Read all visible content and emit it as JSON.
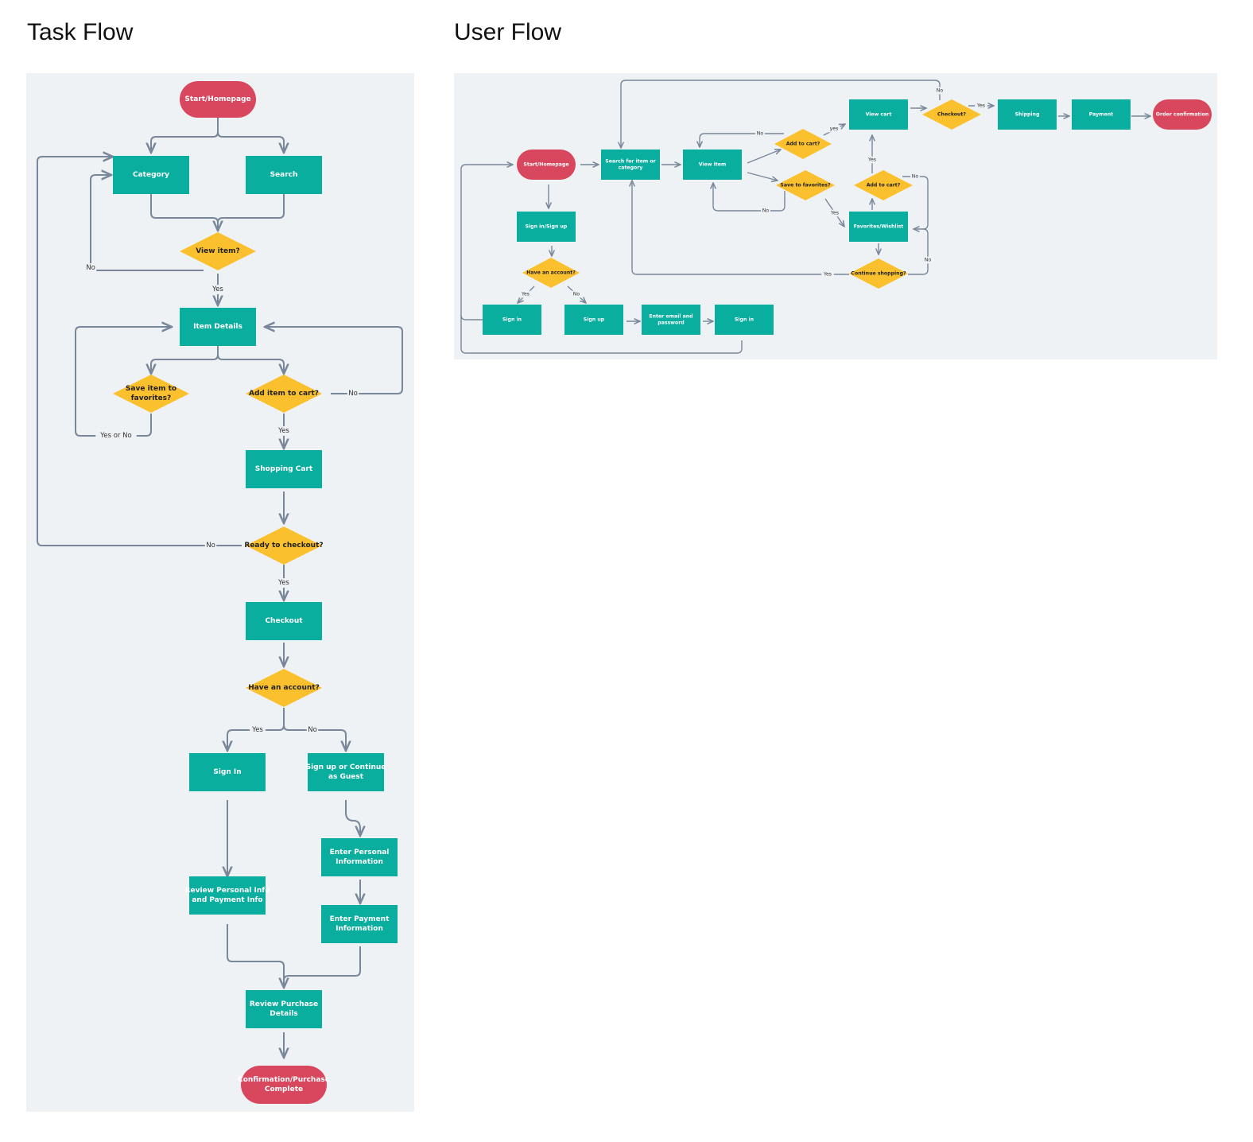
{
  "titles": {
    "task_flow": "Task Flow",
    "user_flow": "User Flow"
  },
  "colors": {
    "panel": "#eff2f5",
    "process": "#0aae9f",
    "terminal": "#d8475d",
    "decision": "#fbc02d",
    "connector": "#78879a"
  },
  "task_flow": {
    "nodes": {
      "start": [
        "Start/Homepage"
      ],
      "category": [
        "Category"
      ],
      "search": [
        "Search"
      ],
      "view_item": [
        "View item?"
      ],
      "item_details": [
        "Item Details"
      ],
      "save_fav": [
        "Save item to",
        "favorites?"
      ],
      "add_cart": [
        "Add item to cart?"
      ],
      "shopping_cart": [
        "Shopping Cart"
      ],
      "ready_checkout": [
        "Ready to checkout?"
      ],
      "checkout": [
        "Checkout"
      ],
      "have_account": [
        "Have an account?"
      ],
      "sign_in": [
        "Sign In"
      ],
      "signup_guest": [
        "Sign up or Continue",
        "as Guest"
      ],
      "personal_info": [
        "Enter Personal",
        "Information"
      ],
      "payment_info": [
        "Enter Payment",
        "Information"
      ],
      "review_info": [
        "Review Personal Info",
        "and Payment Info"
      ],
      "review_purchase": [
        "Review Purchase",
        "Details"
      ],
      "confirmation": [
        "Confirmation/Purchase",
        "Complete"
      ]
    },
    "edge_labels": {
      "view_no": "No",
      "view_yes": "Yes",
      "fav_yes_no": "Yes or No",
      "cart_no": "No",
      "cart_yes": "Yes",
      "checkout_no": "No",
      "checkout_yes": "Yes",
      "account_yes": "Yes",
      "account_no": "No"
    }
  },
  "user_flow": {
    "nodes": {
      "start": [
        "Start/Homepage"
      ],
      "search": [
        "Search for item or",
        "category"
      ],
      "view_item": [
        "View item"
      ],
      "add_cart1": [
        "Add to cart?"
      ],
      "save_fav": [
        "Save to favorites?"
      ],
      "view_cart": [
        "View cart"
      ],
      "checkout": [
        "Checkout?"
      ],
      "shipping": [
        "Shipping"
      ],
      "payment": [
        "Payment"
      ],
      "order_conf": [
        "Order confirmation"
      ],
      "add_cart2": [
        "Add to cart?"
      ],
      "favorites": [
        "Favorites/Wishlist"
      ],
      "continue": [
        "Continue shopping?"
      ],
      "signin_signup": [
        "Sign in/Sign up"
      ],
      "have_account": [
        "Have an account?"
      ],
      "sign_in1": [
        "Sign in"
      ],
      "sign_up": [
        "Sign up"
      ],
      "enter_email": [
        "Enter email and",
        "password"
      ],
      "sign_in2": [
        "Sign in"
      ]
    },
    "edge_labels": {
      "checkout_no": "No",
      "checkout_yes": "Yes",
      "add1_no": "No",
      "add1_yes": "yes",
      "fav_no": "No",
      "fav_yes": "Yes",
      "add2_yes": "Yes",
      "add2_no": "No",
      "cont_no": "No",
      "cont_yes": "Yes",
      "acct_yes": "Yes",
      "acct_no": "No"
    }
  }
}
